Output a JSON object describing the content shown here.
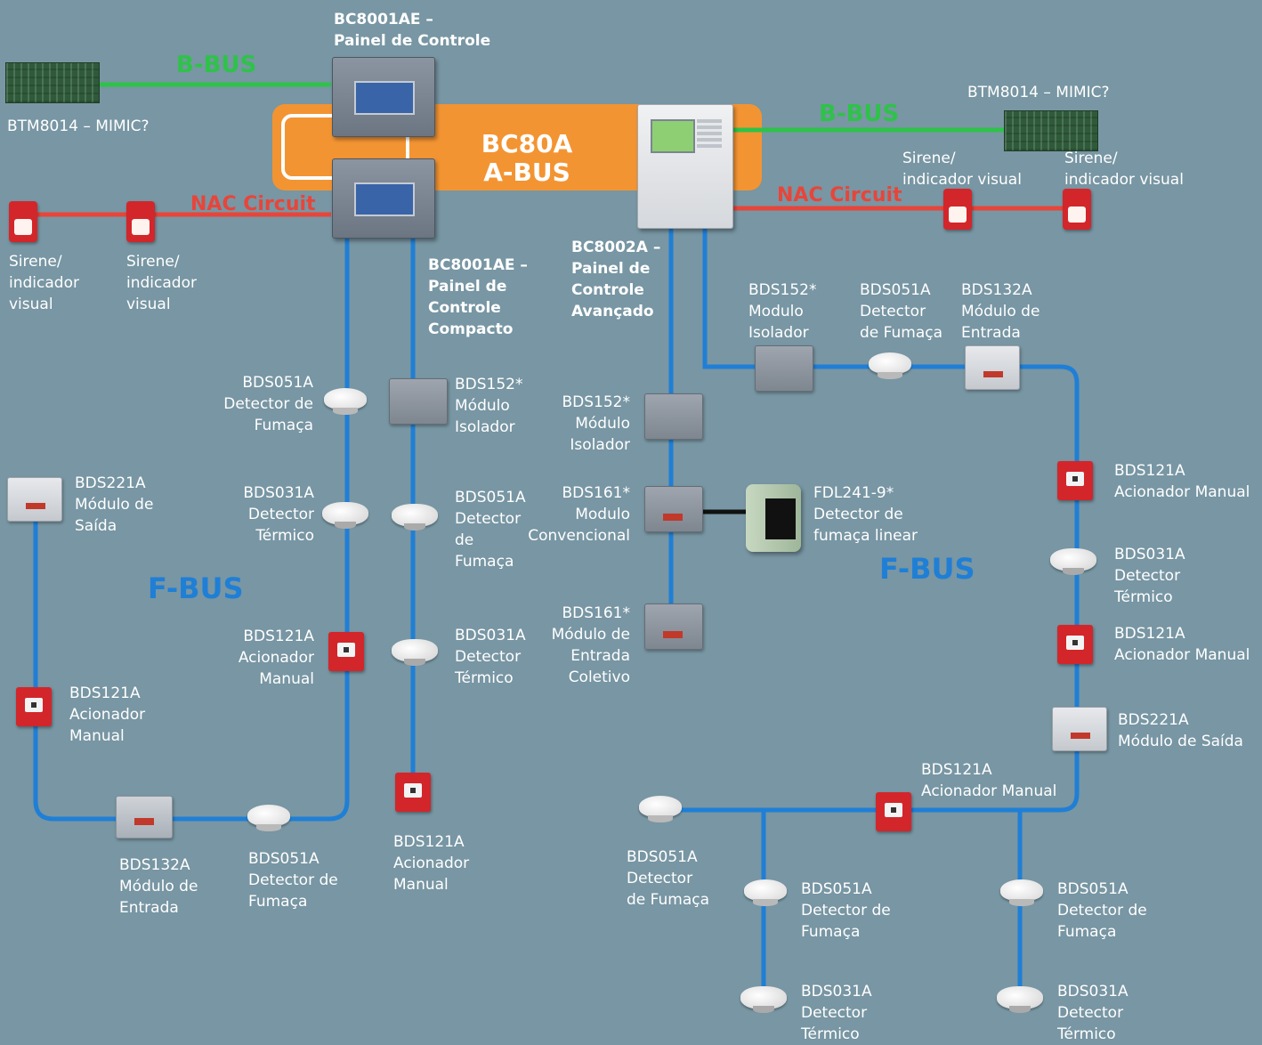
{
  "colors": {
    "background": "#7896a3",
    "fbus": "#1f7fd6",
    "bbus": "#2fc24a",
    "nac": "#e8453a",
    "abus": "#f39432"
  },
  "buses": {
    "bbus_left": "B-BUS",
    "bbus_right": "B-BUS",
    "nac_left": "NAC Circuit",
    "nac_right": "NAC Circuit",
    "fbus_left": "F-BUS",
    "fbus_right": "F-BUS"
  },
  "abus": {
    "line1": "BC80A",
    "line2": "A-BUS"
  },
  "panels": {
    "top": "BC8001AE –\nPainel de Controle",
    "compact": "BC8001AE –\nPainel de\nControle\nCompacto",
    "advanced": "BC8002A –\nPainel de\nControle\nAvançado"
  },
  "labels": {
    "mimic_left": "BTM8014 – MIMIC?",
    "mimic_right": "BTM8014 – MIMIC?",
    "siren_l1": "Sirene/\nindicador\nvisual",
    "siren_l2": "Sirene/\nindicador\nvisual",
    "siren_r1": "Sirene/\nindicador visual",
    "siren_r2": "Sirene/\nindicador visual",
    "c1_smoke": "BDS051A\nDetector de\nFumaça",
    "c1_heat": "BDS031A\nDetector\nTérmico",
    "c1_mcp": "BDS121A\nAcionador\nManual",
    "c2_iso": "BDS152*\nMódulo\nIsolador",
    "c2_smoke": "BDS051A\nDetector\nde\nFumaça",
    "c2_heat": "BDS031A\nDetector\nTérmico",
    "c2_mcp": "BDS121A\nAcionador\nManual",
    "left_out": "BDS221A\nMódulo de\nSaída",
    "left_mcp": "BDS121A\nAcionador\nManual",
    "left_in": "BDS132A\nMódulo de\nEntrada",
    "left_smoke": "BDS051A\nDetector de\nFumaça",
    "c3_iso": "BDS152*\nMódulo\nIsolador",
    "c3_conv": "BDS161*\nModulo\nConvencional",
    "c3_coll": "BDS161*\nMódulo de\nEntrada\nColetivo",
    "linear": "FDL241-9*\nDetector de\nfumaça linear",
    "top_iso": "BDS152*\nModulo\nIsolador",
    "top_smoke": "BDS051A\nDetector\nde Fumaça",
    "top_in": "BDS132A\nMódulo de\nEntrada",
    "r_mcp1": "BDS121A\nAcionador Manual",
    "r_heat": "BDS031A\nDetector\nTérmico",
    "r_mcp2": "BDS121A\nAcionador Manual",
    "r_out": "BDS221A\nMódulo de Saída",
    "b_mcp": "BDS121A\nAcionador Manual",
    "b_smoke1": "BDS051A\nDetector\nde Fumaça",
    "b_smoke2": "BDS051A\nDetector de\nFumaça",
    "b_heat2": "BDS031A\nDetector\nTérmico",
    "b_smoke3": "BDS051A\nDetector de\nFumaça",
    "b_heat3": "BDS031A\nDetector\nTérmico"
  }
}
